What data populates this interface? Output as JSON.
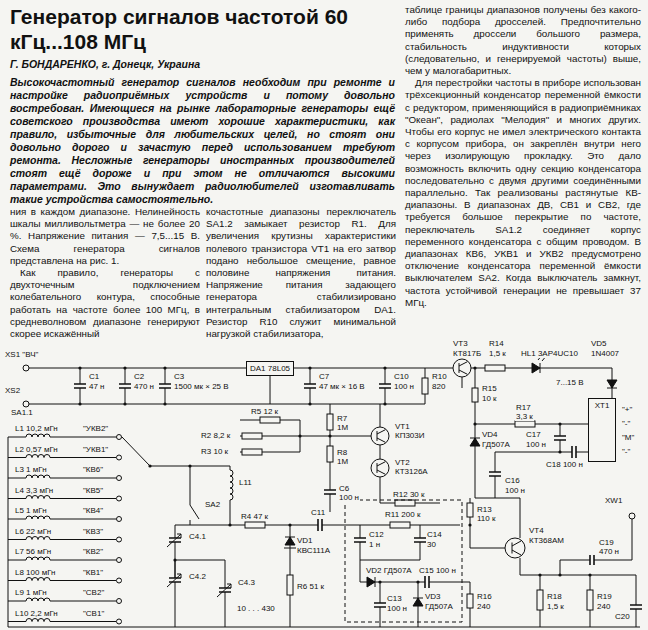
{
  "diagram": {
    "title": "Генератор сигналов частотой 60 кГц...108 МГц",
    "nodes": [
      {
        "text": [
          "DA1 78L05"
        ]
      },
      {
        "text": [
          "XT1"
        ]
      }
    ],
    "labels": [
      "Г. БОНДАРЕНКО, г. Донецк, Украина",
      "Высокочастотный генератор сигналов необходим при ремонте и настройке радиоприёмных устройств и потому довольно востребован. Имеющиеся на рынке лабораторные генераторы ещё советского производства имеют хорошие характеристики, как правило, избыточные для любительских целей, но стоят они довольно дорого и зачастую перед использованием требуют ремонта. Несложные генераторы иностранных производителей стоят ещё дороже и при этом не отличаются высокими параметрами. Это вынуждает радиолюбителей изготавливать такие устройства самостоятельно.",
      "ния в каждом диапазоне. Нелинейность шкалы милливольтметра — не более 20 %. Напряжение питания — 7,5...15 В. Схема генератора сигналов представлена на рис. 1.",
      "Как правило, генераторы с двухточечным подключением колебательного контура, способные работать на частоте более 100 МГц, в средневолновом диапазоне генерируют скорее искажённый",
      "кочастотные диапазоны переключатель SA1.2 замыкает резистор R1. Для увеличения крутизны характеристики полевого транзистора VT1 на его затвор подано небольшое смещение, равное половине напряжения питания. Напряжение питания задающего генератора стабилизировано интегральным стабилизатором DA1. Резистор R10 служит минимальной нагрузкой стабилизатора,",
      "таблице границы диапазонов получены без какого-либо подбора дросселей. Предпочтительно применять дроссели большого размера, стабильность индуктивности которых (следовательно, и генерируемой частоты) выше, чем у малогабаритных.",
      "Для перестройки частоты в приборе использован трёхсекционный конденсатор переменной ёмкости с редуктором, применяющийся в радиоприёмниках \"Океан\", радиолах \"Мелодия\" и многих других. Чтобы его корпус не имел электрического контакта с корпусом прибора, он закреплён внутри него через изолирующую прокладку. Это дало возможность включить одну секцию конденсатора последовательно с двумя другими соединёнными параллельно. Так реализованы растянутые КВ-диапазоны. В диапазонах ДВ, СВ1 и СВ2, где требуется большое перекрытие по частоте, переключатель SA1.2 соединяет корпус переменного конденсатора с общим проводом. В диапазонах КВ6, УКВ1 и УКВ2 предусмотрено отключение конденсатора переменной ёмкости выключателем SA2. Когда выключатель замкнут, частота устойчивой генерации не превышает 37 МГц.",
      "XS1 \"ВЧ\"",
      "XS2",
      "C1",
      "47 н",
      "C2",
      "470 н",
      "C3",
      "1500 мк × 25 В",
      "C7",
      "47 мк × 16 В",
      "C10",
      "100 н",
      "R10",
      "820",
      "VT3",
      "КТ817Б",
      "R14",
      "1,5 к",
      "HL1 3АР4UC10",
      "VD5",
      "1N4007",
      "7...15 В",
      "\"+\"",
      "\"-\"",
      "\"М\"",
      "\"-\"",
      "R15",
      "10 к",
      "R17",
      "3,3 к",
      "C17",
      "100 н",
      "VD4",
      "ГД507А",
      "C18 100 н",
      "C16",
      "100 н",
      "R5 12 к",
      "R2 8,2 к",
      "R3 10 к",
      "R7",
      "1М",
      "VT1",
      "КП303И",
      "R8",
      "1М",
      "VT2",
      "КТ3126А",
      "C6",
      "100 н",
      "R12 30 к",
      "SA1.1",
      "L1 10,2 мГн",
      "L2 0,57 мГн",
      "L3 1 мГн",
      "L4 3,3 мГн",
      "L5 1 мГн",
      "L6 22 мГн",
      "L7 56 мГн",
      "L8 100 мГн",
      "L9 1 мГн",
      "L10 2,2 мГн",
      "\"УКВ2\"",
      "\"УКВ1\"",
      "\"КВ6\"",
      "\"КВ5\"",
      "\"КВ4\"",
      "\"КВ3\"",
      "\"КВ2\"",
      "\"КВ1\"",
      "\"СВ2\"",
      "\"СВ1\"",
      "L11",
      "SA2",
      "R4 47 к",
      "VD1",
      "КВС111А",
      "C11",
      "C4.1",
      "C4.2",
      "C4.3",
      "10 . . . 430",
      "R6 51 к",
      "R11 200 к",
      "C12",
      "1 н",
      "C14",
      "30",
      "R13",
      "110 к",
      "VT4",
      "КТ368АМ",
      "VD2 ГД507А",
      "C15 100 н",
      "C13",
      "100 н",
      "VD3",
      "ГД507А",
      "R16",
      "240",
      "XW1",
      "C19",
      "470 н",
      "R18",
      "1,5 к",
      "R19",
      "240",
      "C20"
    ]
  }
}
